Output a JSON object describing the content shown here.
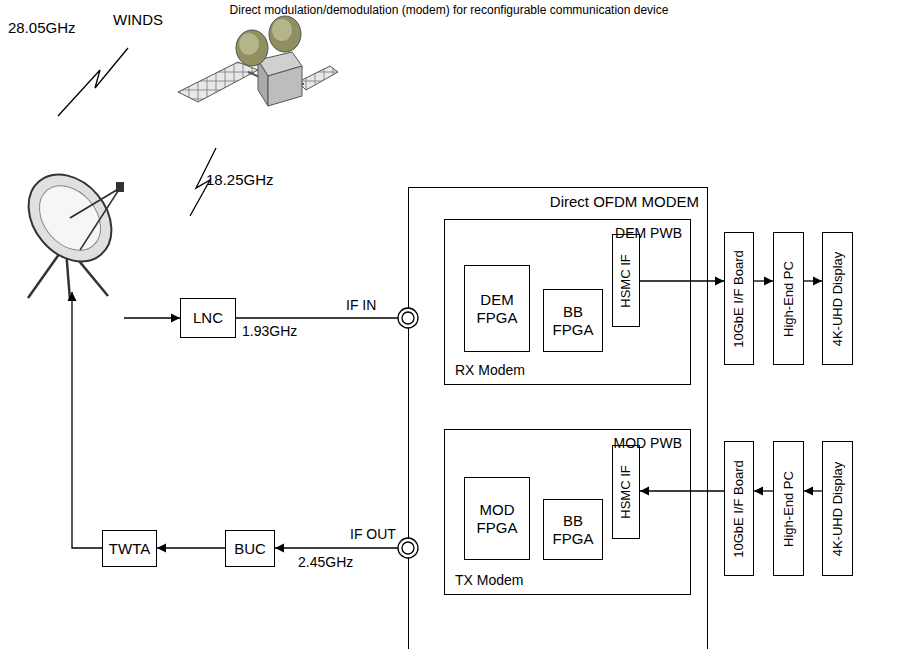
{
  "diagram": {
    "title": "Direct modulation/demodulation (modem) for reconfigurable communication device",
    "nodes": [
      {
        "text": [
          "LNC"
        ]
      },
      {
        "text": [
          "Direct OFDM MODEM"
        ]
      },
      {
        "text": [
          "DEM PWB",
          "RX Modem"
        ],
        "in": 1
      },
      {
        "text": [
          "DEM FPGA"
        ],
        "in": 2
      },
      {
        "text": [
          "BB FPGA"
        ],
        "in": 2
      },
      {
        "text": [
          "HSMC IF"
        ],
        "in": 2
      },
      {
        "text": [
          "10GbE I/F Board"
        ]
      },
      {
        "text": [
          "High-End PC"
        ]
      },
      {
        "text": [
          "4K-UHD Display"
        ]
      },
      {
        "text": [
          "MOD PWB",
          "TX Modem"
        ],
        "in": 1
      },
      {
        "text": [
          "MOD FPGA"
        ],
        "in": 9
      },
      {
        "text": [
          "BB FPGA"
        ],
        "in": 9
      },
      {
        "text": [
          "HSMC IF"
        ],
        "in": 9
      },
      {
        "text": [
          "10GbE I/F Board"
        ]
      },
      {
        "text": [
          "High-End PC"
        ]
      },
      {
        "text": [
          "4K-UHD Display"
        ]
      },
      {
        "text": [
          "TWTA"
        ]
      },
      {
        "text": [
          "BUC"
        ]
      }
    ],
    "edges": [
      {
        "from": 0,
        "to": 1,
        "arrow": "none"
      },
      {
        "from": 5,
        "to": 6,
        "arrow": "to"
      },
      {
        "from": 6,
        "to": 7,
        "arrow": "to"
      },
      {
        "from": 7,
        "to": 8,
        "arrow": "to"
      },
      {
        "from": 15,
        "to": 14,
        "arrow": "to"
      },
      {
        "from": 14,
        "to": 13,
        "arrow": "to"
      },
      {
        "from": 13,
        "to": 12,
        "arrow": "to"
      },
      {
        "from": 1,
        "to": 17,
        "arrow": "to"
      },
      {
        "from": 17,
        "to": 16,
        "arrow": "to"
      }
    ],
    "labels": [
      "WINDS",
      "28.05GHz",
      "18.25GHz",
      "IF IN",
      "1.93GHz",
      "IF OUT",
      "2.45GHz"
    ]
  }
}
